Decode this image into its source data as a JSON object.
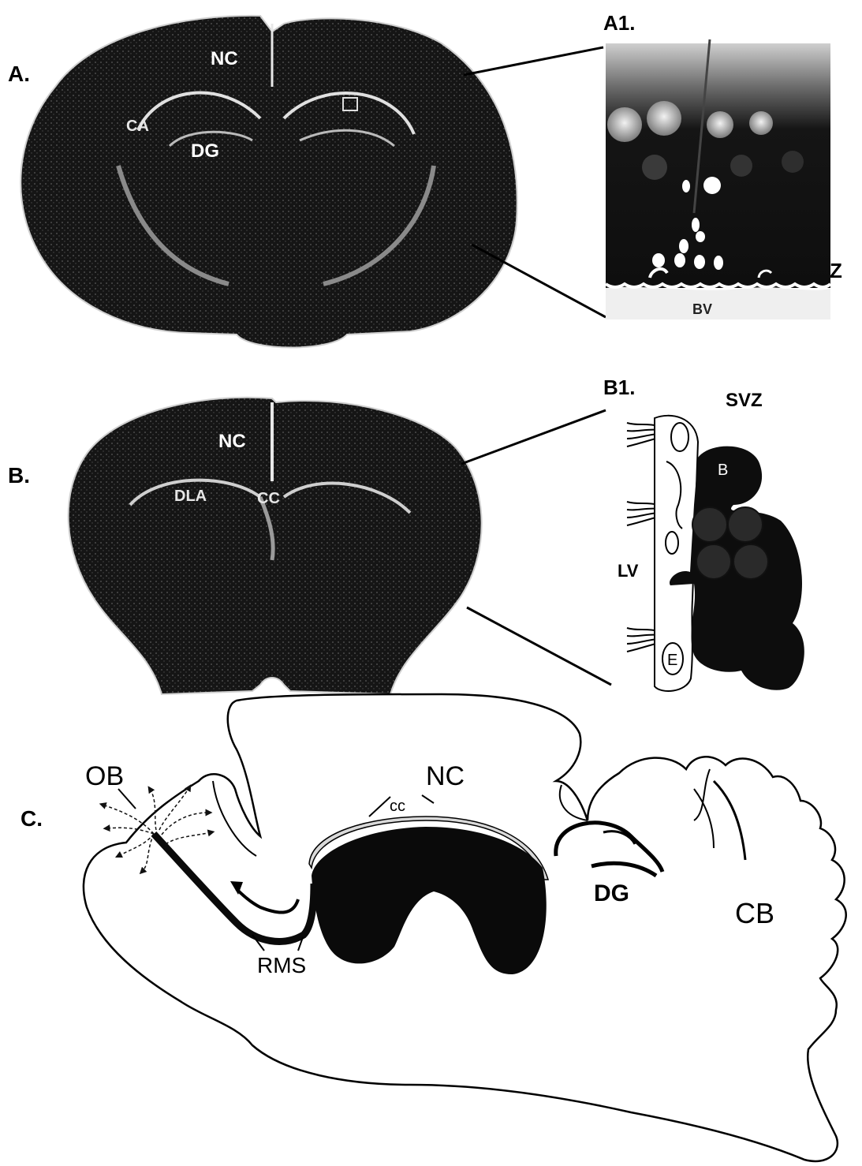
{
  "panels": {
    "a": {
      "letter": "A.",
      "regions": {
        "nc": "NC",
        "ca": "CA",
        "dg": "DG"
      }
    },
    "a1": {
      "letter": "A1.",
      "bv": "BV",
      "sgz_partial": "Z"
    },
    "b": {
      "letter": "B.",
      "regions": {
        "nc": "NC",
        "dla": "DLA",
        "cc": "CC"
      }
    },
    "b1": {
      "letter": "B1.",
      "svz": "SVZ",
      "lv": "LV",
      "cell_b": "B",
      "cell_e": "E"
    },
    "c": {
      "letter": "C.",
      "ob": "OB",
      "nc": "NC",
      "cc": "cc",
      "dg": "DG",
      "cb": "CB",
      "rms": "RMS"
    }
  },
  "colors": {
    "tissue": "#151515",
    "background": "#ffffff",
    "highlight": "#d9d9d9"
  }
}
